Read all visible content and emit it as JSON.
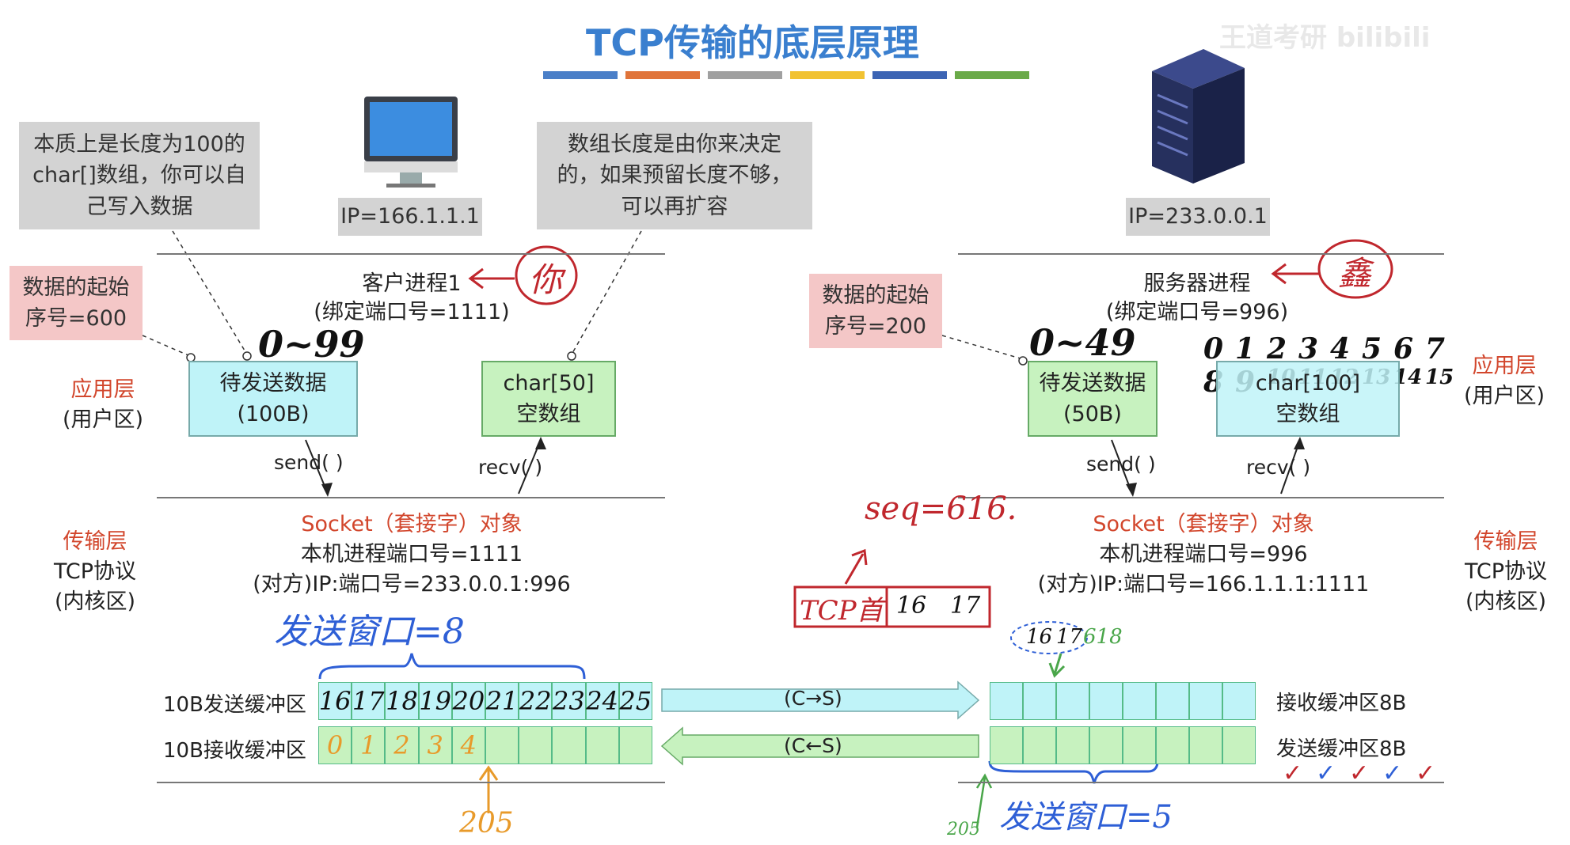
{
  "title": "TCP传输的底层原理",
  "watermark": "王道考研 bilibili",
  "title_bar_colors": [
    "#4a7fc8",
    "#e0743a",
    "#a0a0a0",
    "#f1c232",
    "#3c64b4",
    "#6aaa48"
  ],
  "client": {
    "ip": "IP=166.1.1.1",
    "note_left": [
      "本质上是长度为100的",
      "char[]数组，你可以自",
      "己写入数据"
    ],
    "note_right": [
      "数组长度是由你来决定",
      "的，如果预留长度不够，",
      "可以再扩容"
    ],
    "start_seq": [
      "数据的起始",
      "序号=600"
    ],
    "process": "客户进程1",
    "port_bind": "(绑定端口号=1111)",
    "annotation_you": "你",
    "range_label": "0~99",
    "app_layer": [
      "应用层",
      "(用户区)"
    ],
    "send_box": [
      "待发送数据",
      "(100B)"
    ],
    "recv_box": [
      "char[50]",
      "空数组"
    ],
    "send_call": "send( )",
    "recv_call": "recv( )",
    "transport_layer": [
      "传输层",
      "TCP协议",
      "(内核区)"
    ],
    "socket_title": "Socket（套接字）对象",
    "socket_port": "本机进程端口号=1111",
    "socket_peer": "(对方)IP:端口号=233.0.0.1:996",
    "send_window_label": "发送窗口=8",
    "send_buffer_label": "10B发送缓冲区",
    "recv_buffer_label": "10B接收缓冲区",
    "send_buffer_cells": [
      "16",
      "17",
      "18",
      "19",
      "20",
      "21",
      "22",
      "23",
      "24",
      "25"
    ],
    "recv_buffer_cells": [
      "0",
      "1",
      "2",
      "3",
      "4",
      "",
      "",
      "",
      "",
      ""
    ],
    "pointer_205": "205"
  },
  "link": {
    "c_to_s": "(C→S)",
    "c_from_s": "(C←S)",
    "tcp_header": "TCP首",
    "tcp_header_values": [
      "16",
      "17"
    ],
    "seq_note": "seq=616."
  },
  "server": {
    "ip": "IP=233.0.0.1",
    "start_seq": [
      "数据的起始",
      "序号=200"
    ],
    "process": "服务器进程",
    "port_bind": "(绑定端口号=996)",
    "annotation_gold": "鑫",
    "range_label": "0~49",
    "digits_row1": [
      "0",
      "1",
      "2",
      "3",
      "4",
      "5",
      "6",
      "7"
    ],
    "digits_row2": [
      "8",
      "9",
      "10",
      "11",
      "12",
      "13",
      "14",
      "15"
    ],
    "app_layer": [
      "应用层",
      "(用户区)"
    ],
    "send_box": [
      "待发送数据",
      "(50B)"
    ],
    "recv_box": [
      "char[100]",
      "空数组"
    ],
    "send_call": "send( )",
    "recv_call": "recv( )",
    "transport_layer": [
      "传输层",
      "TCP协议",
      "(内核区)"
    ],
    "socket_title": "Socket（套接字）对象",
    "socket_port": "本机进程端口号=996",
    "socket_peer": "(对方)IP:端口号=166.1.1.1:1111",
    "recv_buffer_label": "接收缓冲区8B",
    "send_buffer_label": "发送缓冲区8B",
    "arriving": [
      "16",
      "17",
      "618"
    ],
    "check_marks": [
      "✓",
      "✓",
      "✓",
      "✓",
      "✓"
    ],
    "send_window_label": "发送窗口=5",
    "pointer_205": "205"
  }
}
